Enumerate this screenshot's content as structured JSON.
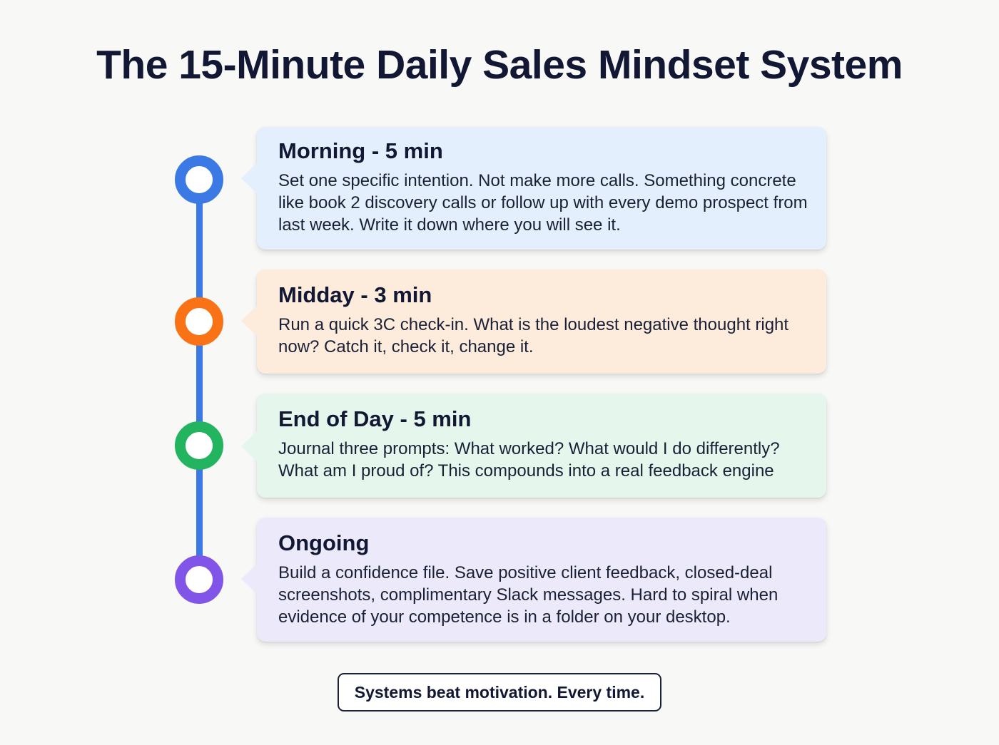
{
  "title": "The 15-Minute Daily Sales Mindset System",
  "steps": [
    {
      "heading": "Morning - 5 min",
      "body": "Set one specific intention. Not make more calls. Something concrete like book 2 discovery calls or follow up with every demo prospect from last week. Write it down where you will see it.",
      "color": "#3b7ae4",
      "card_bg": "#e4effd"
    },
    {
      "heading": "Midday - 3 min",
      "body": "Run a quick 3C check-in. What is the loudest negative thought right now? Catch it, check it, change it.",
      "color": "#f97316",
      "card_bg": "#fdebdc"
    },
    {
      "heading": "End of Day - 5 min",
      "body": "Journal three prompts: What worked? What would I do differently? What am I proud of? This compounds into a real feedback engine",
      "color": "#22b45f",
      "card_bg": "#e5f7ec"
    },
    {
      "heading": "Ongoing",
      "body": "Build a confidence file. Save positive client feedback, closed-deal screenshots, complimentary Slack messages. Hard to spiral when evidence of your competence is in a folder on your desktop.",
      "color": "#8155e8",
      "card_bg": "#ece9fb"
    }
  ],
  "footer": "Systems beat motivation. Every time."
}
